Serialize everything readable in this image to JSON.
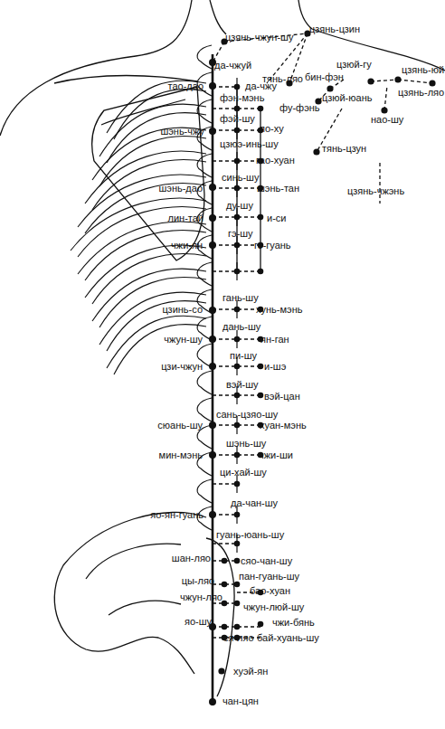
{
  "diagram": {
    "labels": [
      "цзянь-цзин",
      "цзянь-чжун-шу",
      "да-чжуй",
      "цзюй-гу",
      "цзянь-юй",
      "бин-фэн",
      "тянь-ляо",
      "тао-дао",
      "да-чжу",
      "цзянь-ляо",
      "цзюй-юань",
      "фэн-мэнь",
      "фу-фэнь",
      "фэй-шу",
      "нао-шу",
      "по-ху",
      "шэнь-чжу",
      "цзюэ-инь-шу",
      "тянь-цзун",
      "гао-хуан",
      "синь-шу",
      "шэнь-дао",
      "шэнь-тан",
      "цзянь-чжэнь",
      "ду-шу",
      "лин-тай",
      "и-си",
      "гэ-шу",
      "чжи-ян",
      "гэ-гуань",
      "гань-шу",
      "цзинь-со",
      "хунь-мэнь",
      "дань-шу",
      "чжун-шу",
      "ян-ган",
      "пи-шу",
      "цзи-чжун",
      "и-шэ",
      "вэй-шу",
      "вэй-цан",
      "сань-цзяо-шу",
      "сюань-шу",
      "хуан-мэнь",
      "шэнь-шу",
      "мин-мэнь",
      "чжи-ши",
      "ци-хай-шу",
      "да-чан-шу",
      "яо-ян-гуань",
      "гуань-юань-шу",
      "шан-ляо",
      "сяо-чан-шу",
      "пан-гуань-шу",
      "цы-ляо",
      "бао-хуан",
      "чжун-ляо",
      "чжун-люй-шу",
      "яо-шу",
      "чжи-бянь",
      "ся-ляо",
      "бай-хуань-шу",
      "хуэй-ян",
      "чан-цян"
    ]
  }
}
